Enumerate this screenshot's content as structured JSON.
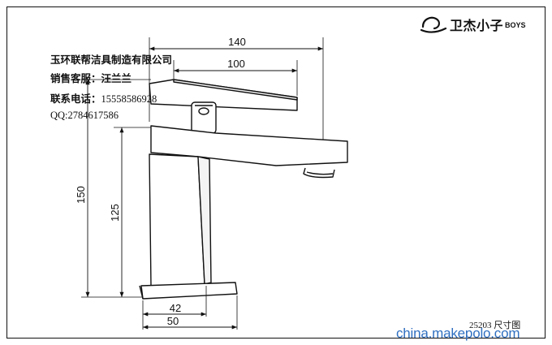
{
  "brand": {
    "logo_text": "卫杰小子",
    "logo_latin": "BOYS"
  },
  "company": {
    "name": "玉环联帮洁具制造有限公司",
    "sales_line": "销售客服：汪兰兰",
    "phone_label": "联系电话：",
    "phone": "15558586928",
    "qq": "QQ:2784617586"
  },
  "dimensions": {
    "total_length": "140",
    "handle_length": "100",
    "total_height": "150",
    "body_height": "125",
    "base_inner_width": "42",
    "base_outer_width": "50"
  },
  "caption": "25203  尺寸图",
  "watermark": "china.makepolo.com"
}
